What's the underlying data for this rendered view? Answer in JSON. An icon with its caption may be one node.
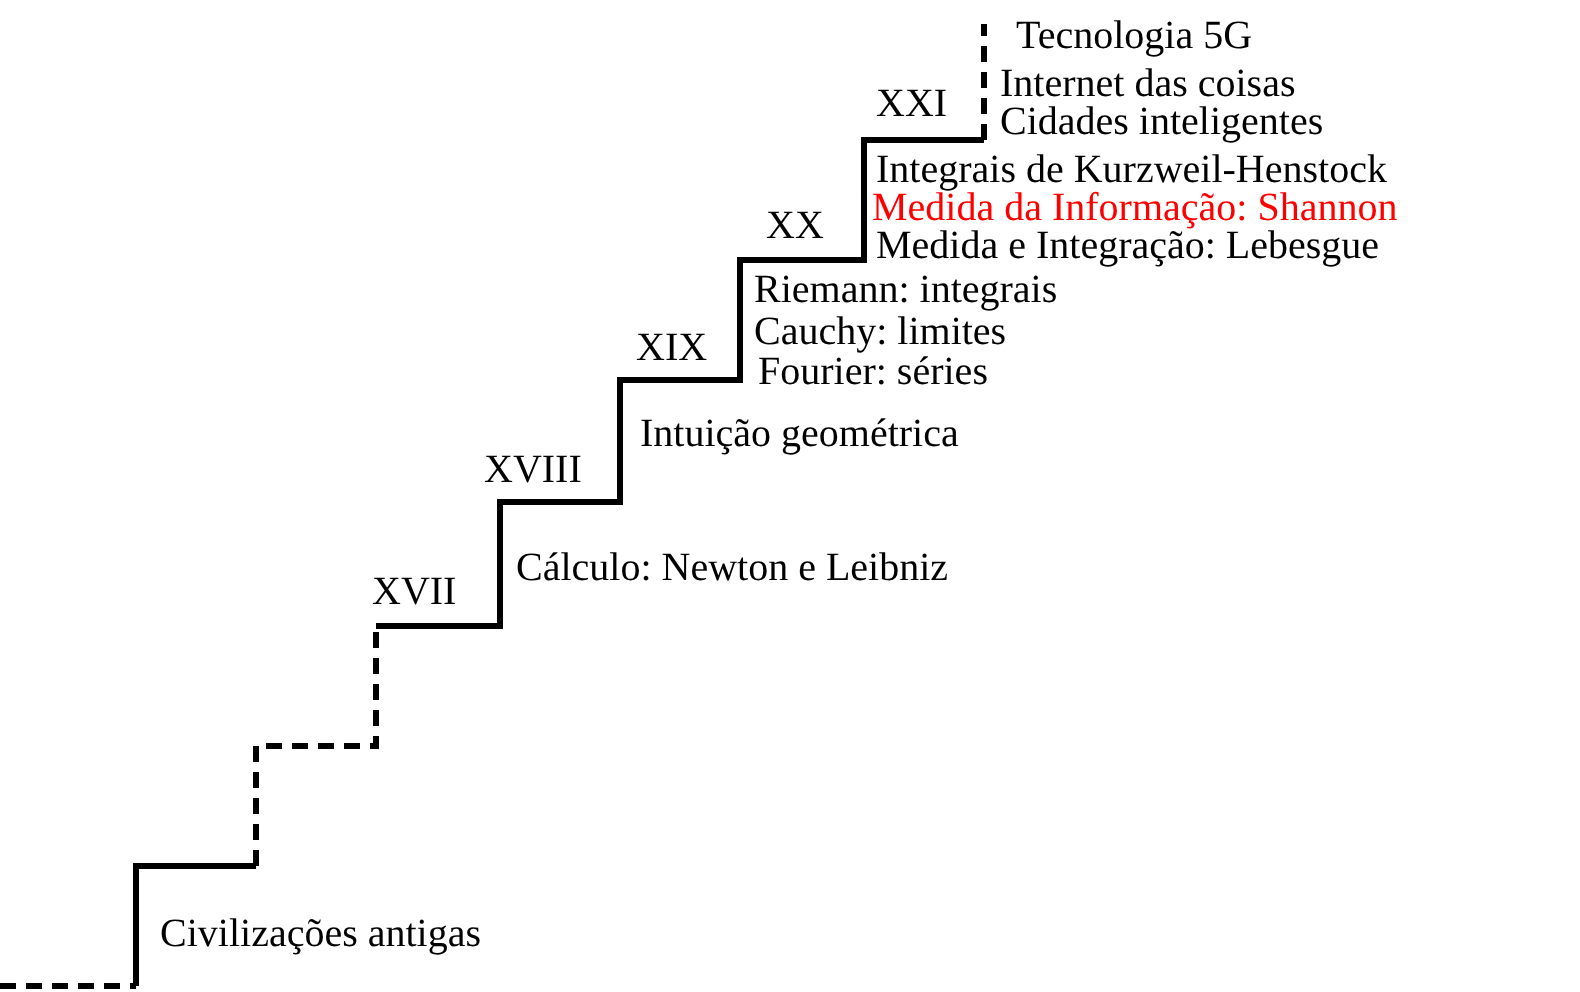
{
  "diagram": {
    "labels": [
      "Tecnologia 5G",
      "XXI",
      "Internet das coisas",
      "Cidades inteligentes",
      "Integrais de Kurzweil-Henstock",
      "XX",
      "Medida da Informação: Shannon",
      "Medida e Integração: Lebesgue",
      "Riemann: integrais",
      "XIX",
      "Cauchy: limites",
      "Fourier: séries",
      "Intuição geométrica",
      "XVIII",
      "XVII",
      "Cálculo: Newton e Leibniz",
      "Civilizações antigas"
    ]
  }
}
